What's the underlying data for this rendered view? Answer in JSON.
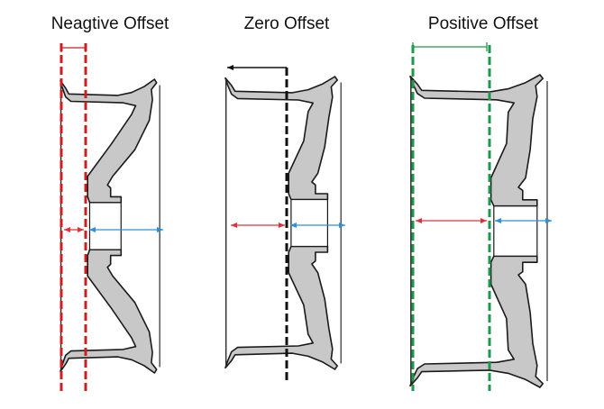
{
  "titles": {
    "negative": "Neagtive Offset",
    "zero": "Zero Offset",
    "positive": "Positive Offset"
  },
  "colors": {
    "negative_line": "#cc1f1f",
    "zero_line": "#111111",
    "positive_line": "#1a9a4a",
    "backspace_arrow": "#e0303a",
    "frontspace_arrow": "#2f8fd8",
    "wheel_fill": "#c8c8c8",
    "wheel_stroke": "#1a1a1a"
  }
}
